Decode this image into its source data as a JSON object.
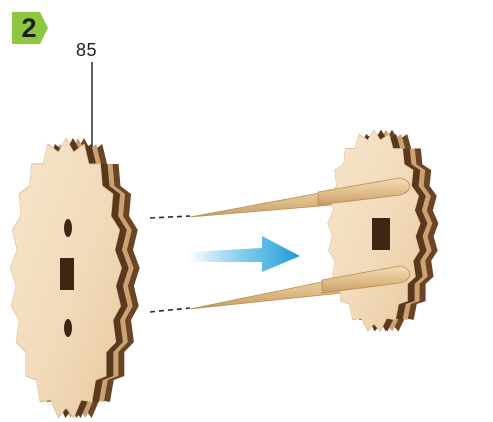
{
  "step": {
    "number": "2",
    "badge_color": "#8dc63f"
  },
  "callout": {
    "part_number": "85"
  },
  "parts": [
    {
      "name": "gear-wheel-left",
      "icon": "gear-icon"
    },
    {
      "name": "gear-wheel-right-with-axles",
      "icon": "gear-icon"
    }
  ],
  "colors": {
    "wood_face": "#f3ddbf",
    "wood_edge": "#7a4e2d",
    "arrow": "#29a8e0"
  }
}
